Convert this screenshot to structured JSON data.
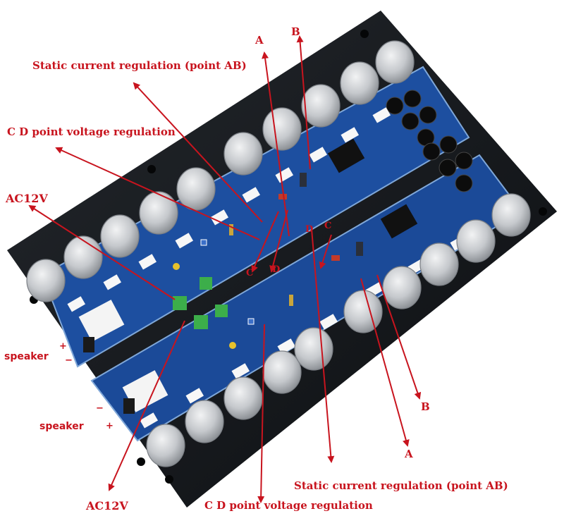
{
  "annotations": {
    "static_top": "Static current regulation (point AB)",
    "cd_top": "C D point voltage regulation",
    "ac_top": "AC12V",
    "a_top": "A",
    "b_top": "B",
    "c_mid": "C",
    "d_mid": "D",
    "d_mid2": "D",
    "c_mid2": "C",
    "b_bottom": "B",
    "a_bottom": "A",
    "static_bottom": "Static current regulation (point AB)",
    "cd_bottom": "C D point voltage regulation",
    "ac_bottom": "AC12V"
  },
  "speaker_labels": {
    "top": {
      "label": "speaker",
      "plus": "+",
      "minus": "−"
    },
    "bottom": {
      "label": "speaker",
      "plus": "+",
      "minus": "−"
    }
  },
  "colors": {
    "annotation": "#c8141e",
    "heatsink": "#15181c",
    "pcb": "#1d4fa0",
    "transistor": "#c9ccd0"
  }
}
